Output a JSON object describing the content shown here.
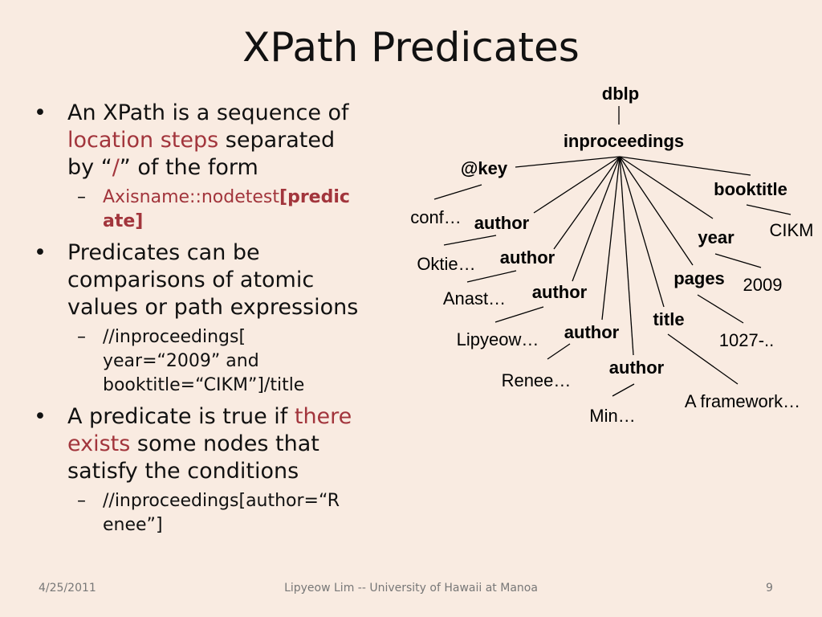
{
  "slide": {
    "title": "XPath Predicates",
    "bullets": {
      "b1_plain1": "An XPath is a sequence of",
      "b1_red": "location steps",
      "b1_plain2": " separated",
      "b1_plain3": "by “",
      "b1_slash": "/",
      "b1_plain4": "” of the form",
      "s1_red": "Axisname::nodetest",
      "s1_bold1": "[predic",
      "s1_bold2": "ate]",
      "b2_line1": "Predicates can be",
      "b2_line2": "comparisons of atomic",
      "b2_line3": "values or path expressions",
      "s2_line1": "//inproceedings[",
      "s2_line2": "year=“2009” and",
      "s2_line3": "booktitle=“CIKM”]/title",
      "b3_plain1": "A predicate is true if ",
      "b3_red1": "there",
      "b3_red2": "exists",
      "b3_plain2": " some nodes that",
      "b3_line3": "satisfy the conditions",
      "s3_line1": "//inproceedings[author=“R",
      "s3_line2": "enee”]"
    },
    "tree": {
      "root": "dblp",
      "inproceedings": "inproceedings",
      "key_label": "@key",
      "key_value": "conf…",
      "booktitle_label": "booktitle",
      "booktitle_value": "CIKM",
      "year_label": "year",
      "year_value": "2009",
      "pages_label": "pages",
      "pages_value": "1027-..",
      "title_label": "title",
      "title_value": "A framework…",
      "author_label": "author",
      "author_values": [
        "Oktie…",
        "Anast…",
        "Lipyeow…",
        "Renee…",
        "Min…"
      ]
    },
    "footer": {
      "date": "4/25/2011",
      "center": "Lipyeow Lim -- University of Hawaii at Manoa",
      "page": "9"
    }
  }
}
